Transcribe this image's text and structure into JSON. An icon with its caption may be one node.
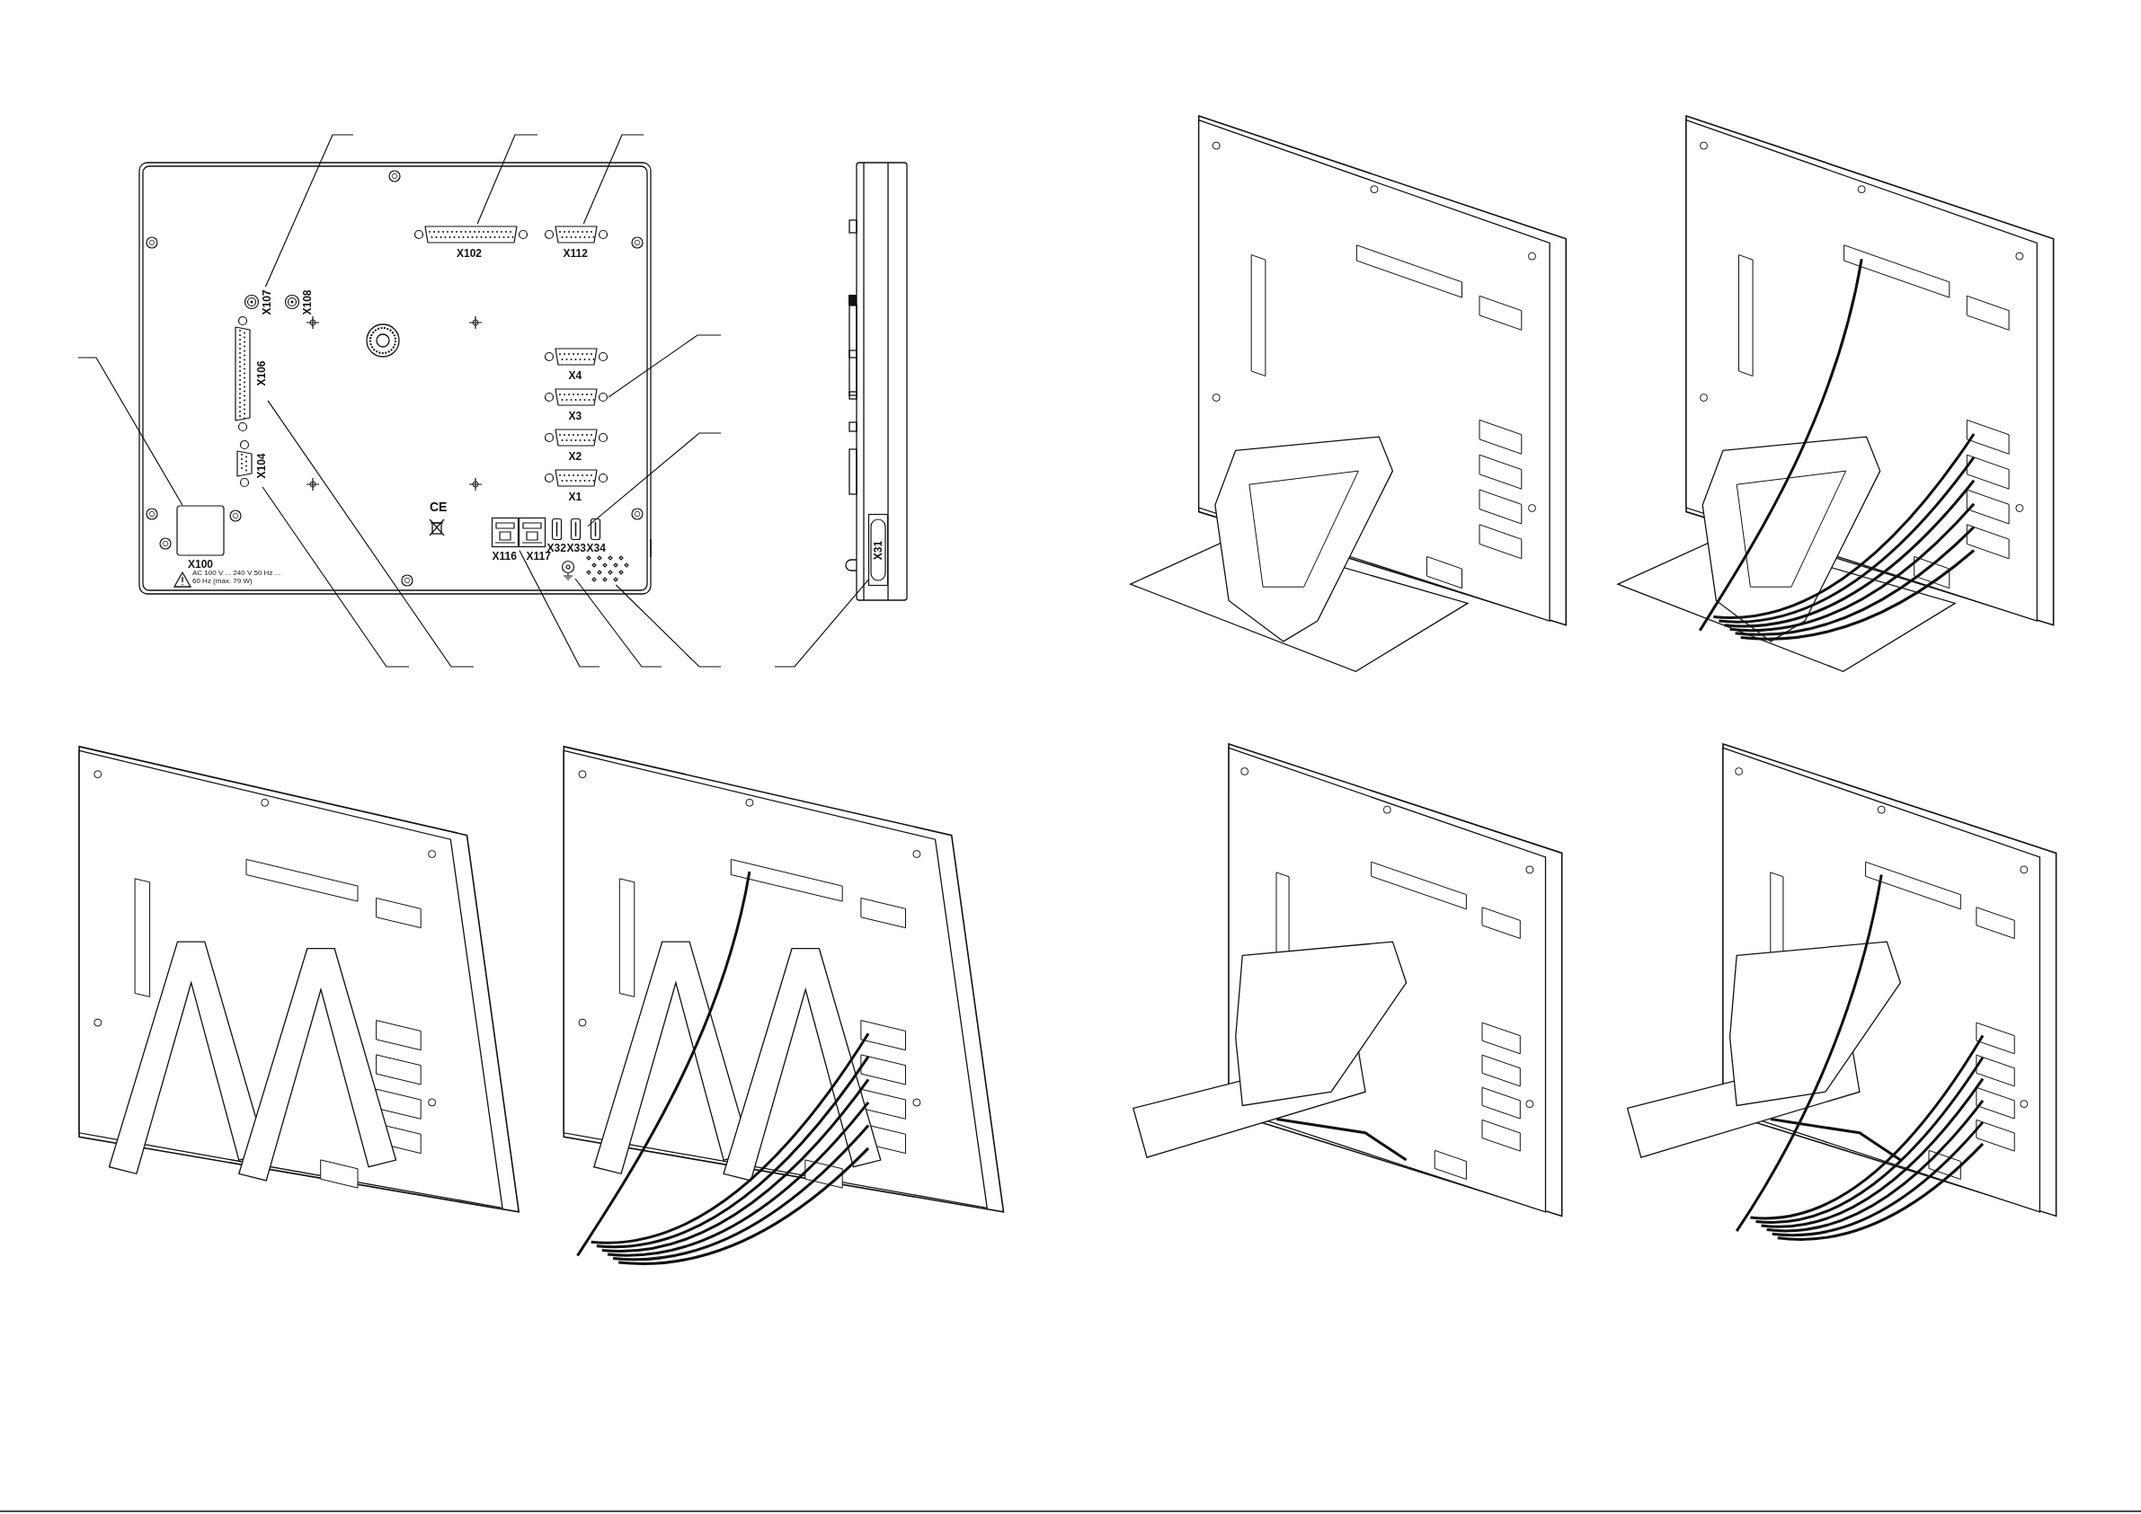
{
  "diagram": {
    "nodes": [
      {
        "text": [
          "X107"
        ]
      },
      {
        "text": [
          "X108"
        ]
      },
      {
        "text": [
          "X102"
        ]
      },
      {
        "text": [
          "X112"
        ]
      },
      {
        "text": [
          "X106"
        ]
      },
      {
        "text": [
          "X4"
        ]
      },
      {
        "text": [
          "X3"
        ]
      },
      {
        "text": [
          "X104"
        ]
      },
      {
        "text": [
          "X2"
        ]
      },
      {
        "text": [
          "X1"
        ]
      },
      {
        "text": [
          "X100"
        ]
      },
      {
        "text": [
          "X116"
        ]
      },
      {
        "text": [
          "X117"
        ]
      },
      {
        "text": [
          "X32"
        ]
      },
      {
        "text": [
          "X33"
        ]
      },
      {
        "text": [
          "X34"
        ]
      },
      {
        "text": [],
        "shape": "circle"
      },
      {
        "text": [],
        "shape": "dots"
      },
      {
        "text": [
          "X31"
        ]
      }
    ],
    "edges": [
      {
        "from": null,
        "to": 0,
        "arrow": "none"
      },
      {
        "from": null,
        "to": 2,
        "arrow": "none"
      },
      {
        "from": null,
        "to": 3,
        "arrow": "none"
      },
      {
        "from": null,
        "to": 10,
        "arrow": "none"
      },
      {
        "from": null,
        "to": 6,
        "arrow": "none"
      },
      {
        "from": null,
        "to": 14,
        "arrow": "none"
      },
      {
        "from": null,
        "to": 7,
        "arrow": "none"
      },
      {
        "from": null,
        "to": 4,
        "arrow": "none"
      },
      {
        "from": null,
        "to": 11,
        "arrow": "none"
      },
      {
        "from": null,
        "to": 16,
        "arrow": "none"
      },
      {
        "from": null,
        "to": 17,
        "arrow": "none"
      },
      {
        "from": null,
        "to": 18,
        "arrow": "none"
      }
    ],
    "labels": [
      "CE",
      "AC 100 V ... 240 V 50 Hz ... 60 Hz (max. 79 W)"
    ]
  }
}
